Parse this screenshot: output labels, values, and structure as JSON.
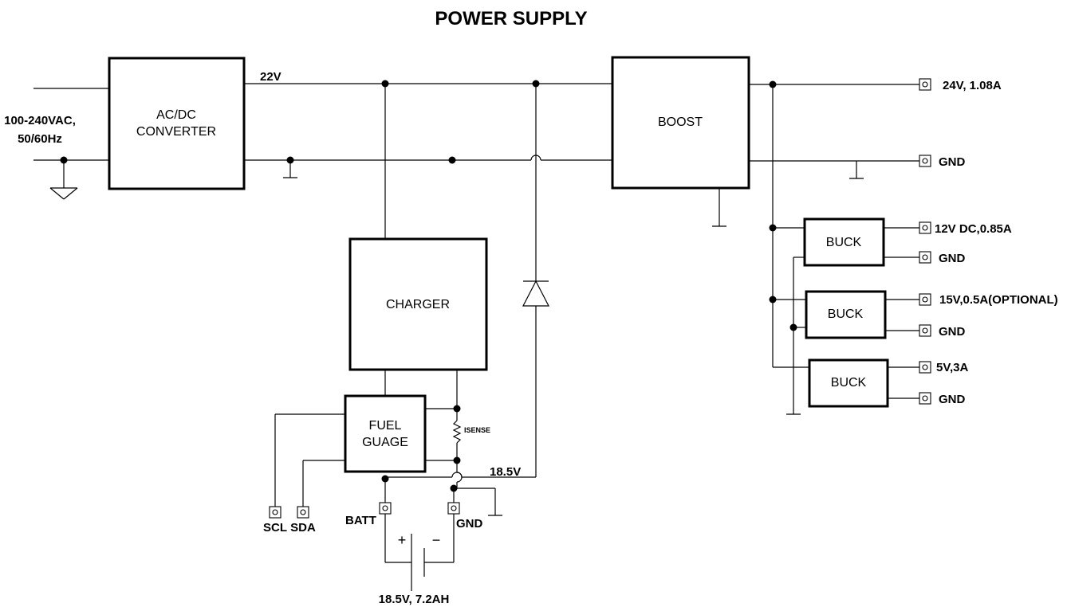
{
  "title": "POWER SUPPLY",
  "input": {
    "line1": "100-240VAC,",
    "line2": "50/60Hz"
  },
  "blocks": {
    "acdc_line1": "AC/DC",
    "acdc_line2": "CONVERTER",
    "boost": "BOOST",
    "charger": "CHARGER",
    "fuel_line1": "FUEL",
    "fuel_line2": "GUAGE",
    "buck1": "BUCK",
    "buck2": "BUCK",
    "buck3": "BUCK"
  },
  "labels": {
    "rail_22v": "22V",
    "rail_18v": "18.5V",
    "isense": "ISENSE",
    "battery": "18.5V, 7.2AH",
    "plus": "+",
    "minus": "−"
  },
  "outputs": {
    "out_24v": "24V, 1.08A",
    "out_24v_gnd": "GND",
    "out_12v": "12V DC,0.85A",
    "out_12v_gnd": "GND",
    "out_15v": "15V,0.5A(OPTIONAL)",
    "out_15v_gnd": "GND",
    "out_5v": "5V,3A",
    "out_5v_gnd": "GND"
  },
  "pins": {
    "scl": "SCL",
    "sda": "SDA",
    "batt": "BATT",
    "gnd": "GND"
  }
}
